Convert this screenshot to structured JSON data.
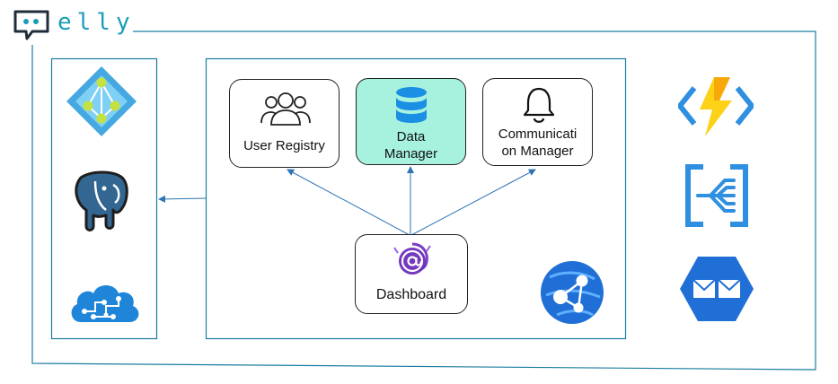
{
  "brand": {
    "name": "elly",
    "logo_icon": "chat-bubble-icon",
    "frame_color": "#1a7da0"
  },
  "left_panel": {
    "icons": [
      "azure-active-directory-icon",
      "postgresql-elephant-icon",
      "azure-cognitive-services-icon"
    ]
  },
  "app_panel": {
    "modules": [
      {
        "key": "user_registry",
        "label": "User Registry",
        "icon": "users-icon",
        "highlighted": false
      },
      {
        "key": "data_manager",
        "label": "Data\nManager",
        "icon": "database-icon",
        "highlighted": true,
        "fill": "#a6f2df"
      },
      {
        "key": "communication_manager",
        "label": "Communicati\non Manager",
        "icon": "bell-icon",
        "highlighted": false
      }
    ],
    "dashboard": {
      "label": "Dashboard",
      "icon": "blazor-at-icon"
    },
    "corner_icon": "azure-app-service-icon"
  },
  "right_panel": {
    "icons": [
      "azure-functions-icon",
      "azure-event-hubs-icon",
      "azure-queue-storage-icon"
    ]
  },
  "colors": {
    "arrow": "#2e74b5",
    "azure_blue": "#0078d4",
    "highlight": "#a6f2df"
  }
}
